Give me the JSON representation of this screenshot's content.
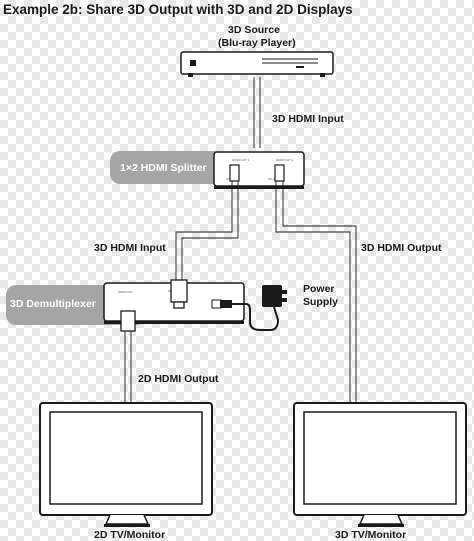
{
  "title": {
    "prefix": "Example 2b:",
    "text": "Share 3D Output with 3D and 2D Displays"
  },
  "source": {
    "name": "3D Source",
    "sub": "(Blu-ray Player)"
  },
  "labels": {
    "source_input": "3D HDMI Input",
    "splitter": "1×2 HDMI Splitter",
    "demux_input": "3D HDMI Input",
    "splitter_output": "3D HDMI Output",
    "demux": "3D Demultiplexer",
    "power_line1": "Power",
    "power_line2": "Supply",
    "demux_output": "2D HDMI Output",
    "tv_2d": "2D TV/Monitor",
    "tv_3d": "3D TV/Monitor"
  },
  "colors": {
    "device_fill": "#8f8f8f",
    "device_label_bg": "#a5a5a5",
    "line": "#1a1a1a"
  }
}
